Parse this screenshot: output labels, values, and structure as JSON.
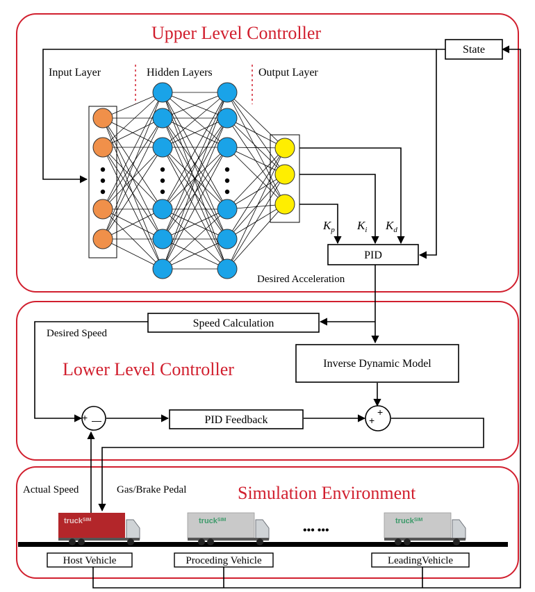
{
  "panels": {
    "upper": {
      "title": "Upper Level Controller"
    },
    "lower": {
      "title": "Lower Level Controller"
    },
    "sim": {
      "title": "Simulation Environment"
    }
  },
  "network": {
    "input_label": "Input Layer",
    "hidden_label": "Hidden Layers",
    "output_label": "Output Layer",
    "colors": {
      "input": "#f0904a",
      "hidden": "#1aa3e8",
      "output": "#ffee00"
    }
  },
  "blocks": {
    "state": "State",
    "pid": "PID",
    "speed_calc": "Speed Calculation",
    "inverse_model": "Inverse Dynamic Model",
    "pid_feedback": "PID Feedback"
  },
  "gains": {
    "kp": "K",
    "kp_sub": "p",
    "ki": "K",
    "ki_sub": "i",
    "kd": "K",
    "kd_sub": "d"
  },
  "signals": {
    "desired_acceleration": "Desired Acceleration",
    "desired_speed": "Desired Speed",
    "actual_speed": "Actual Speed",
    "gas_brake": "Gas/Brake Pedal"
  },
  "sum_signs": {
    "s1_plus": "+",
    "s1_minus": "—",
    "s2_plus_top": "+",
    "s2_plus_left": "+"
  },
  "vehicles": {
    "host": "Host Vehicle",
    "preceding": "Proceding Vehicle",
    "leading": "LeadingVehicle",
    "brand": "truck",
    "brand_suffix": "SIM",
    "ellipsis": "•••  •••"
  },
  "colors": {
    "panel_border": "#d11f2e",
    "host_cargo": "#b3262a",
    "other_cargo": "#c9c9c9"
  }
}
